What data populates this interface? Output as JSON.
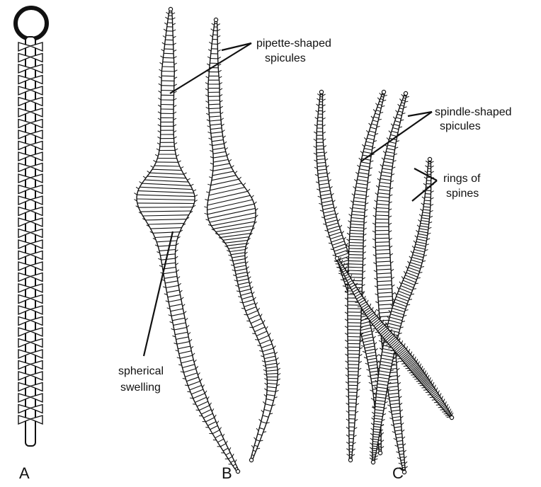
{
  "panels": {
    "a": "A",
    "b": "B",
    "c": "C"
  },
  "callouts": {
    "pipette_line1": "pipette-shaped",
    "pipette_line2": "spicules",
    "spindle_line1": "spindle-shaped",
    "spindle_line2": "spicules",
    "rings_line1": "rings  of",
    "rings_line2": "spines",
    "swelling_line1": "spherical",
    "swelling_line2": "swelling"
  },
  "colors": {
    "ink": "#111111",
    "paper": "#ffffff",
    "spine_fill": "#ffffff",
    "body_shade": "#6a6a6a"
  }
}
